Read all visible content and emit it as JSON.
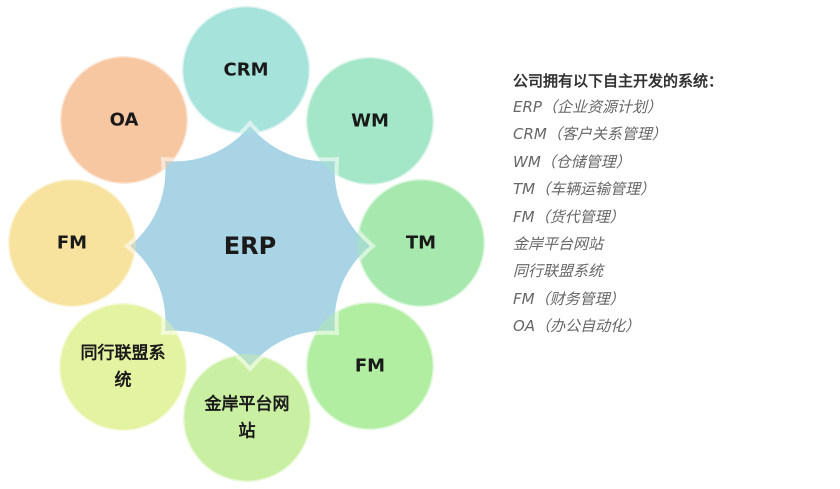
{
  "center": {
    "label": "ERP",
    "color": "#a8d4e6"
  },
  "nodes": [
    {
      "id": "crm",
      "lines": [
        "CRM"
      ],
      "color": "#a6e3db"
    },
    {
      "id": "wm",
      "lines": [
        "WM"
      ],
      "color": "#a4e6c8"
    },
    {
      "id": "tm",
      "lines": [
        "TM"
      ],
      "color": "#a7e8ad"
    },
    {
      "id": "fm-right",
      "lines": [
        "FM"
      ],
      "color": "#b1eea2"
    },
    {
      "id": "jinan",
      "lines": [
        "金岸平台网",
        "站"
      ],
      "color": "#c9f0a2"
    },
    {
      "id": "tonghang",
      "lines": [
        "同行联盟系",
        "统"
      ],
      "color": "#e4f3a1"
    },
    {
      "id": "fm-left",
      "lines": [
        "FM"
      ],
      "color": "#f8e39e"
    },
    {
      "id": "oa",
      "lines": [
        "OA"
      ],
      "color": "#f7c7a2"
    }
  ],
  "description": {
    "title": "公司拥有以下自主开发的系统：",
    "items": [
      "ERP（企业资源计划）",
      "CRM（客户关系管理）",
      "WM（仓储管理）",
      "TM（车辆运输管理）",
      "FM（货代管理）",
      "金岸平台网站",
      "同行联盟系统",
      "FM（财务管理）",
      "OA（办公自动化）"
    ]
  }
}
